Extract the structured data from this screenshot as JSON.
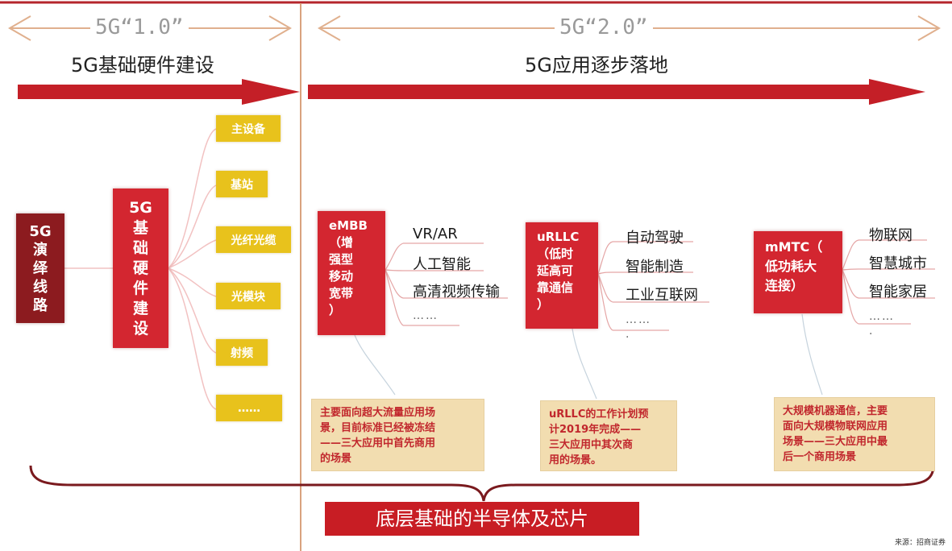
{
  "phases": {
    "phase1": {
      "title": "5G“1.0”",
      "subtitle": "5G基础硬件建设"
    },
    "phase2": {
      "title": "5G“2.0”",
      "subtitle": "5G应用逐步落地"
    }
  },
  "left_column": {
    "evolution_box": "5G\n演\n绎\n线\n路",
    "hardware_box": "5G\n基\n础\n硬\n件\n建\n设",
    "hardware_items": [
      "主设备",
      "基站",
      "光纤光缆",
      "光模块",
      "射频",
      "……"
    ]
  },
  "scenarios": [
    {
      "name": "eMBB\n（增\n强型\n移动\n宽带\n）",
      "apps": [
        "VR/AR",
        "人工智能",
        "高清视频传输",
        "……"
      ],
      "description": "主要面向超大流量应用场\n景，目前标准已经被冻结\n——三大应用中首先商用\n的场景"
    },
    {
      "name": "uRLLC\n（低时\n延高可\n靠通信\n）",
      "apps": [
        "自动驾驶",
        "智能制造",
        "工业互联网",
        "……\n."
      ],
      "description": "uRLLC的工作计划预\n计2019年完成——\n三大应用中其次商\n用的场景。"
    },
    {
      "name": "mMTC（\n低功耗大\n连接）",
      "apps": [
        "物联网",
        "智慧城市",
        "智能家居",
        "……\n."
      ],
      "description": "大规模机器通信，主要\n面向大规模物联网应用\n场景——三大应用中最\n后一个商用场景"
    }
  ],
  "foundation": "底层基础的半导体及芯片",
  "source": "来源：招商证券",
  "colors": {
    "red": "#d32630",
    "dark_red": "#8c1b1f",
    "yellow": "#e8c21c",
    "beige": "#f2ddb0",
    "divider": "#d9a27e"
  }
}
